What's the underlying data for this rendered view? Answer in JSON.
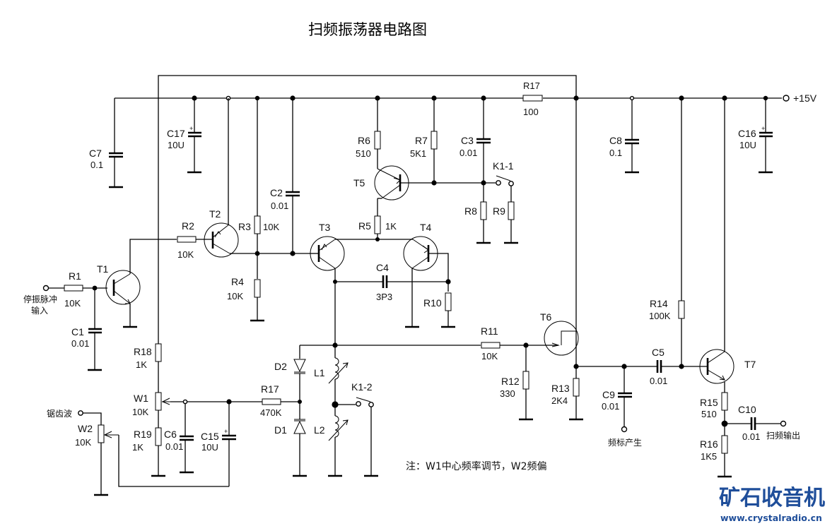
{
  "title": "扫频振荡器电路图",
  "supply_label": "+15V",
  "note": "注：W1中心频率调节，W2频偏",
  "logo": {
    "name": "矿石收音机",
    "url": "www.crystalradio.cn",
    "color": "#1f4e9a"
  },
  "terminals": {
    "stop_pulse_input_line1": "停振脉冲",
    "stop_pulse_input_line2": "输入",
    "sawtooth": "锯齿波",
    "marker_out": "频标产生",
    "sweep_out": "扫频输出"
  },
  "transistors": {
    "T1": "T1",
    "T2": "T2",
    "T3": "T3",
    "T4": "T4",
    "T5": "T5",
    "T6": "T6",
    "T7": "T7"
  },
  "resistors": {
    "R1": {
      "name": "R1",
      "value": "10K"
    },
    "R2": {
      "name": "R2",
      "value": "10K"
    },
    "R3": {
      "name": "R3",
      "value": "10K"
    },
    "R4": {
      "name": "R4",
      "value": "10K"
    },
    "R5": {
      "name": "R5",
      "value": "1K"
    },
    "R6": {
      "name": "R6",
      "value": "510"
    },
    "R7": {
      "name": "R7",
      "value": "5K1"
    },
    "R8": {
      "name": "R8",
      "value": ""
    },
    "R9": {
      "name": "R9",
      "value": ""
    },
    "R10": {
      "name": "R10",
      "value": ""
    },
    "R11": {
      "name": "R11",
      "value": "10K"
    },
    "R12": {
      "name": "R12",
      "value": "330"
    },
    "R13": {
      "name": "R13",
      "value": "2K4"
    },
    "R14": {
      "name": "R14",
      "value": "100K"
    },
    "R15": {
      "name": "R15",
      "value": "510"
    },
    "R16": {
      "name": "R16",
      "value": "1K5"
    },
    "R17a": {
      "name": "R17",
      "value": "100"
    },
    "R17b": {
      "name": "R17",
      "value": "470K"
    },
    "R18": {
      "name": "R18",
      "value": "1K"
    },
    "R19": {
      "name": "R19",
      "value": "1K"
    }
  },
  "potentiometers": {
    "W1": {
      "name": "W1",
      "value": "10K"
    },
    "W2": {
      "name": "W2",
      "value": "10K"
    }
  },
  "capacitors": {
    "C1": {
      "name": "C1",
      "value": "0.01"
    },
    "C2": {
      "name": "C2",
      "value": "0.01"
    },
    "C3": {
      "name": "C3",
      "value": "0.01"
    },
    "C4": {
      "name": "C4",
      "value": "3P3"
    },
    "C5": {
      "name": "C5",
      "value": "0.01"
    },
    "C6": {
      "name": "C6",
      "value": "0.01"
    },
    "C7": {
      "name": "C7",
      "value": "0.1"
    },
    "C8": {
      "name": "C8",
      "value": "0.1"
    },
    "C9": {
      "name": "C9",
      "value": "0.01"
    },
    "C10": {
      "name": "C10",
      "value": "0.01"
    },
    "C15": {
      "name": "C15",
      "value": "10U"
    },
    "C16": {
      "name": "C16",
      "value": "10U"
    },
    "C17": {
      "name": "C17",
      "value": "10U"
    }
  },
  "diodes": {
    "D1": "D1",
    "D2": "D2"
  },
  "inductors": {
    "L1": "L1",
    "L2": "L2"
  },
  "switches": {
    "K1_1": "K1-1",
    "K1_2": "K1-2"
  },
  "polarity_mark": "+"
}
